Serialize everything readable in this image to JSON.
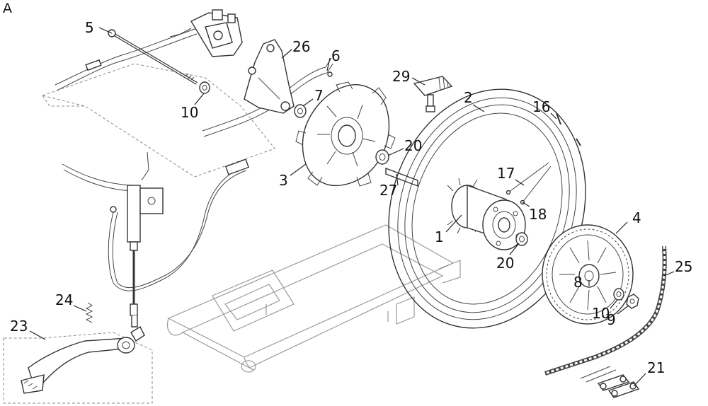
{
  "diagram": {
    "corner_label": "A",
    "callouts": [
      {
        "id": "c5",
        "text": "5"
      },
      {
        "id": "c26",
        "text": "26"
      },
      {
        "id": "c6",
        "text": "6"
      },
      {
        "id": "c7",
        "text": "7"
      },
      {
        "id": "c10a",
        "text": "10"
      },
      {
        "id": "c29",
        "text": "29"
      },
      {
        "id": "c2",
        "text": "2"
      },
      {
        "id": "c16",
        "text": "16"
      },
      {
        "id": "c20a",
        "text": "20"
      },
      {
        "id": "c3",
        "text": "3"
      },
      {
        "id": "c27",
        "text": "27"
      },
      {
        "id": "c17",
        "text": "17"
      },
      {
        "id": "c18",
        "text": "18"
      },
      {
        "id": "c4",
        "text": "4"
      },
      {
        "id": "c1",
        "text": "1"
      },
      {
        "id": "c20b",
        "text": "20"
      },
      {
        "id": "c25",
        "text": "25"
      },
      {
        "id": "c8",
        "text": "8"
      },
      {
        "id": "c24",
        "text": "24"
      },
      {
        "id": "c10b",
        "text": "10"
      },
      {
        "id": "c9",
        "text": "9"
      },
      {
        "id": "c23",
        "text": "23"
      },
      {
        "id": "c21",
        "text": "21"
      }
    ]
  }
}
